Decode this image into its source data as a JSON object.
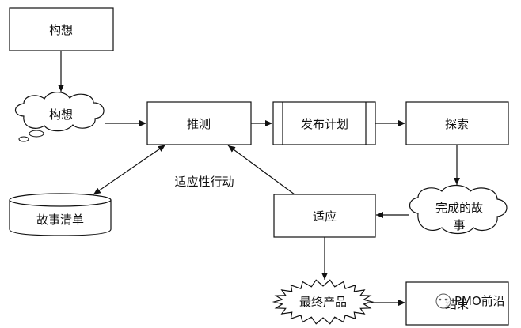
{
  "diagram": {
    "nodes": {
      "concept_box": "构想",
      "concept_cloud": "构想",
      "speculate": "推测",
      "release_plan": "发布计划",
      "explore": "探索",
      "backlog": "故事清单",
      "adapt": "适应",
      "done_story_line1": "完成的故",
      "done_story_line2": "事",
      "final_product": "最终产品",
      "end": "结束"
    },
    "labels": {
      "adaptive_action": "适应性行动"
    },
    "watermark": "PMO前沿"
  }
}
